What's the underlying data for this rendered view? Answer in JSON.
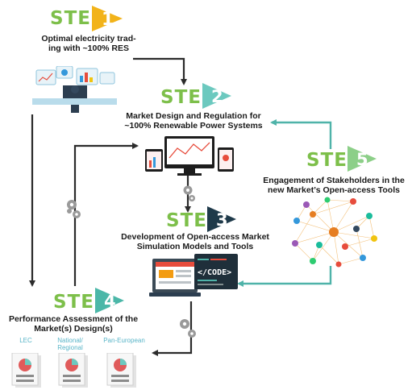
{
  "colors": {
    "step1": "#f2b31a",
    "step2": "#6cc9bf",
    "step3": "#1f3a4a",
    "step4": "#4bb7a8",
    "step5": "#8ccf88",
    "step_word": "#7dbf4a",
    "arrow_dark": "#2b2b2b",
    "arrow_teal": "#4fb3a9"
  },
  "steps": [
    {
      "word": "STEP",
      "number": "1",
      "description_lines": [
        "Optimal electricity trad-",
        "ing with ~100% RES"
      ]
    },
    {
      "word": "STEP",
      "number": "2",
      "description_lines": [
        "Market Design and Regulation for",
        "~100% Renewable Power Systems"
      ]
    },
    {
      "word": "STEP",
      "number": "3",
      "description_lines": [
        "Development of Open-access Market",
        "Simulation Models and Tools"
      ]
    },
    {
      "word": "STEP",
      "number": "4",
      "description_lines": [
        "Performance Assessment of the",
        "Market(s) Design(s)"
      ]
    },
    {
      "word": "STEP",
      "number": "5",
      "description_lines": [
        "Engagement of Stakeholders in the",
        "new Market’s Open-access Tools"
      ]
    }
  ],
  "code_tag": "</CODE>",
  "reports": [
    {
      "label_lines": [
        "LEC"
      ]
    },
    {
      "label_lines": [
        "National/",
        "Regional"
      ]
    },
    {
      "label_lines": [
        "Pan-European"
      ]
    }
  ]
}
